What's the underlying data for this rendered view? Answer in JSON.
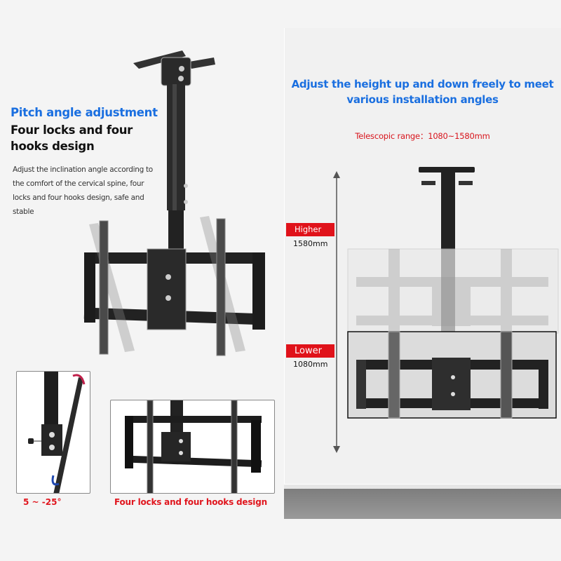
{
  "left": {
    "heading_blue": "Pitch angle adjustment",
    "heading_black": "Four locks and four hooks design",
    "description": "Adjust the inclination angle according to the comfort of the cervical spine, four locks and four hooks design, safe and stable",
    "main_image": "ceiling-tv-mount-tilt-icon",
    "insets": [
      {
        "image": "tilt-side-view",
        "caption": "5 ~ -25°"
      },
      {
        "image": "four-locks-front-view",
        "caption": "Four locks and four hooks design"
      }
    ]
  },
  "right": {
    "heading": "Adjust the height up and down freely to meet various installation angles",
    "telescopic_range": "Telescopic range：1080~1580mm",
    "higher": {
      "label": "Higher",
      "value": "1580mm"
    },
    "lower": {
      "label": "Lower",
      "value": "1080mm"
    },
    "image": "height-adjust-illustration"
  },
  "colors": {
    "accent_blue": "#1a6fe0",
    "accent_red": "#e0121a",
    "background": "#f4f4f4"
  }
}
